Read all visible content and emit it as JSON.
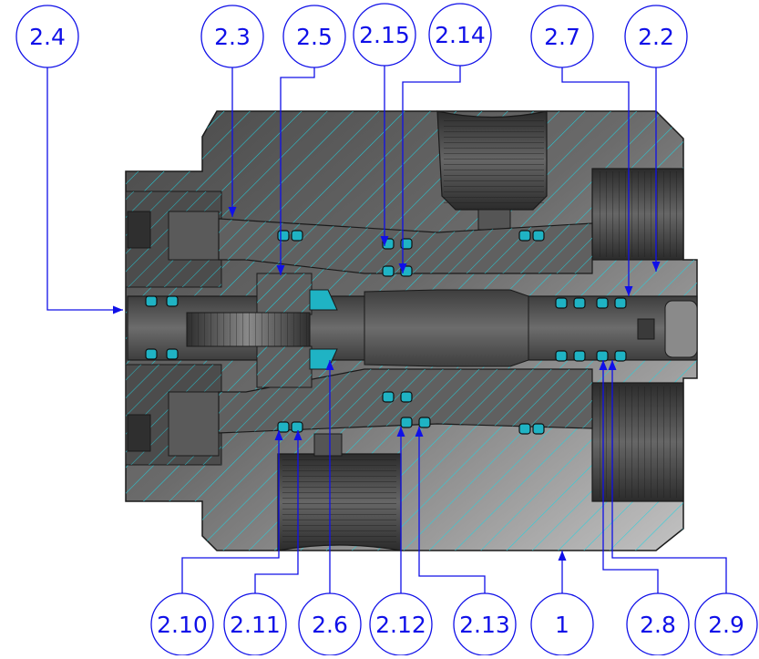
{
  "colors": {
    "body_dark": "#545454",
    "body_mid": "#7a7a7a",
    "body_light": "#b8b8b8",
    "hatch": "#22d3e0",
    "seal": "#1fb3c4",
    "outline": "#1a1a1a",
    "callout": "#1010e8",
    "label_text": "#1010e8"
  },
  "callouts": [
    {
      "id": "2.4"
    },
    {
      "id": "2.3"
    },
    {
      "id": "2.5"
    },
    {
      "id": "2.15"
    },
    {
      "id": "2.14"
    },
    {
      "id": "2.7"
    },
    {
      "id": "2.2"
    },
    {
      "id": "2.10"
    },
    {
      "id": "2.11"
    },
    {
      "id": "2.6"
    },
    {
      "id": "2.12"
    },
    {
      "id": "2.13"
    },
    {
      "id": "1"
    },
    {
      "id": "2.8"
    },
    {
      "id": "2.9"
    }
  ]
}
